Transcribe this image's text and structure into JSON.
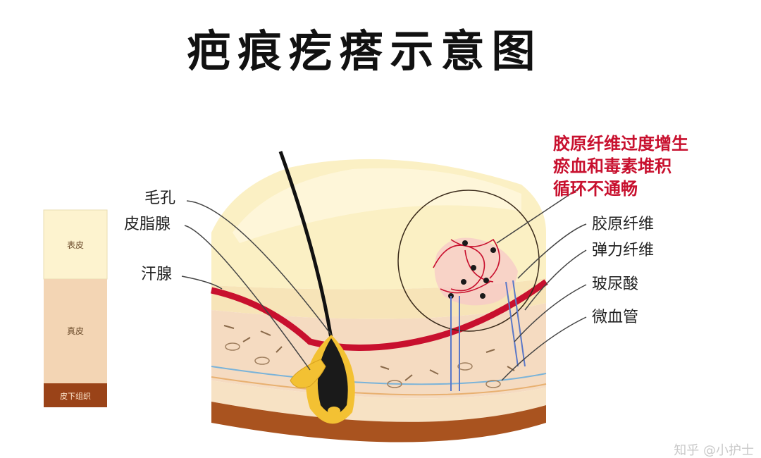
{
  "title": "疤痕疙瘩示意图",
  "legend": {
    "epidermis": "表皮",
    "dermis": "真皮",
    "subcutaneous": "皮下组织"
  },
  "left_labels": {
    "pore": "毛孔",
    "sebaceous": "皮脂腺",
    "sweat": "汗腺"
  },
  "right_labels": {
    "collagen": "胶原纤维",
    "elastic": "弹力纤维",
    "hyaluronic": "玻尿酸",
    "capillary": "微血管"
  },
  "callout": {
    "line1": "胶原纤维过度增生",
    "line2": "瘀血和毒素堆积",
    "line3": "循环不通畅"
  },
  "watermark": "知乎 @小护士",
  "colors": {
    "epidermis": "#fdf3cf",
    "dermis": "#f6dcc0",
    "subcutaneous": "#a04a1e",
    "blood_vessel": "#c8102e",
    "callout_text": "#c8102e"
  }
}
